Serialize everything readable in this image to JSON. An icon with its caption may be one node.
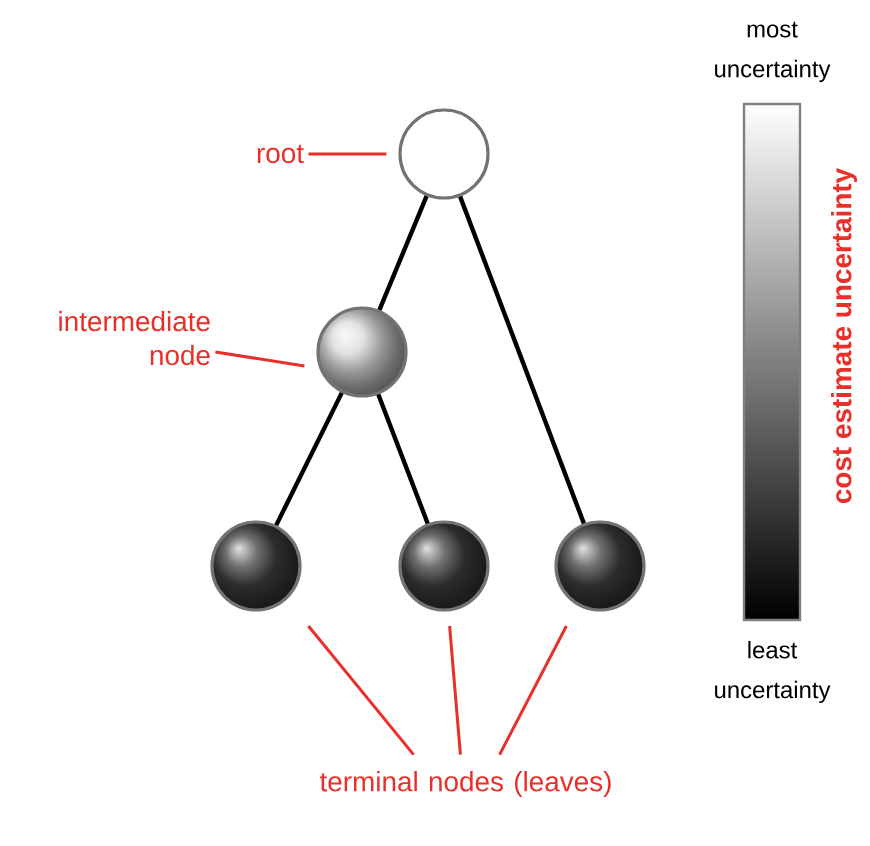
{
  "diagram": {
    "nodes": [
      {
        "text": [],
        "shape": "circle"
      },
      {
        "text": [],
        "shape": "circle"
      },
      {
        "text": [],
        "shape": "circle"
      },
      {
        "text": [],
        "shape": "circle"
      },
      {
        "text": [],
        "shape": "circle"
      },
      {
        "text": [
          "root"
        ]
      },
      {
        "text": [
          "intermediate node"
        ]
      },
      {
        "text": [
          "terminal nodes (leaves)"
        ]
      }
    ],
    "edges": [
      {
        "from": 0,
        "to": 1,
        "arrow": "none",
        "color": "#000000"
      },
      {
        "from": 0,
        "to": 4,
        "arrow": "none",
        "color": "#000000"
      },
      {
        "from": 1,
        "to": 2,
        "arrow": "none",
        "color": "#000000"
      },
      {
        "from": 1,
        "to": 3,
        "arrow": "none",
        "color": "#000000"
      },
      {
        "from": 5,
        "to": 0,
        "arrow": "none"
      },
      {
        "from": 6,
        "to": 1,
        "arrow": "none"
      },
      {
        "from": 7,
        "to": 2,
        "arrow": "none"
      },
      {
        "from": 7,
        "to": 3,
        "arrow": "none"
      },
      {
        "from": 7,
        "to": 4,
        "arrow": "none"
      }
    ],
    "labels": [
      "most uncertainty",
      "least uncertainty",
      "cost estimate uncertainty"
    ]
  }
}
